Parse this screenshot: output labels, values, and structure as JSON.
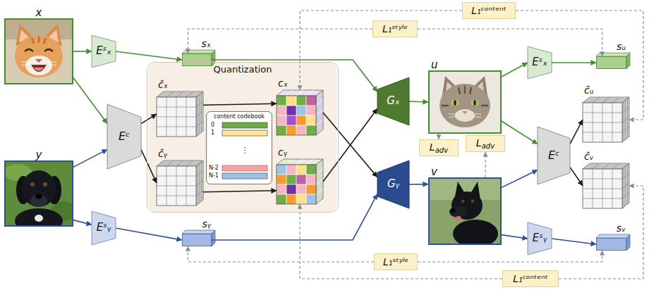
{
  "diagram": {
    "nodes": [
      {
        "text": [
          "x"
        ]
      },
      {
        "text": [
          "y"
        ]
      },
      {
        "text": [
          "Eˢₓ"
        ]
      },
      {
        "text": [
          "Eᶜ"
        ]
      },
      {
        "text": [
          "Eˢᵧ"
        ]
      },
      {
        "text": [
          "sₓ"
        ]
      },
      {
        "text": [
          "sᵧ"
        ]
      },
      {
        "text": [
          "Quantization"
        ]
      },
      {
        "text": [
          "ĉₓ"
        ],
        "in": 7
      },
      {
        "text": [
          "ĉᵧ"
        ],
        "in": 7
      },
      {
        "text": [
          "content codebook"
        ],
        "in": 7
      },
      {
        "text": [
          "cₓ"
        ],
        "in": 7
      },
      {
        "text": [
          "cᵧ"
        ],
        "in": 7
      },
      {
        "text": [
          "Gₓ"
        ]
      },
      {
        "text": [
          "Gᵧ"
        ]
      },
      {
        "text": [
          "u"
        ]
      },
      {
        "text": [
          "v"
        ]
      },
      {
        "text": [
          "Eˢₓ"
        ]
      },
      {
        "text": [
          "Eᶜ"
        ]
      },
      {
        "text": [
          "Eˢᵧ"
        ]
      },
      {
        "text": [
          "sᵤ"
        ]
      },
      {
        "text": [
          "ĉᵤ"
        ]
      },
      {
        "text": [
          "ĉᵥ"
        ]
      },
      {
        "text": [
          "sᵥ"
        ]
      },
      {
        "text": [
          "L₁ᶜᵒⁿᵗᵉⁿᵗ"
        ]
      },
      {
        "text": [
          "L₁ˢᵗʸˡᵉ"
        ]
      },
      {
        "text": [
          "Ladv"
        ]
      },
      {
        "text": [
          "Ladv"
        ]
      },
      {
        "text": [
          "L₁ˢᵗʸˡᵉ"
        ]
      },
      {
        "text": [
          "L₁ᶜᵒⁿᵗᵉⁿᵗ"
        ]
      }
    ],
    "edges": [
      {
        "from": 0,
        "to": 2,
        "arrow": "to"
      },
      {
        "from": 0,
        "to": 3,
        "arrow": "to"
      },
      {
        "from": 1,
        "to": 3,
        "arrow": "to"
      },
      {
        "from": 1,
        "to": 4,
        "arrow": "to"
      },
      {
        "from": 2,
        "to": 5,
        "arrow": "to"
      },
      {
        "from": 4,
        "to": 6,
        "arrow": "to"
      },
      {
        "from": 3,
        "to": 8,
        "arrow": "to"
      },
      {
        "from": 3,
        "to": 9,
        "arrow": "to"
      },
      {
        "from": 8,
        "to": 11,
        "arrow": "to"
      },
      {
        "from": 9,
        "to": 12,
        "arrow": "to"
      },
      {
        "from": 5,
        "to": 13,
        "arrow": "to"
      },
      {
        "from": 6,
        "to": 14,
        "arrow": "to"
      },
      {
        "from": 11,
        "to": 14,
        "arrow": "to"
      },
      {
        "from": 12,
        "to": 13,
        "arrow": "to"
      },
      {
        "from": 13,
        "to": 15,
        "arrow": "to"
      },
      {
        "from": 14,
        "to": 16,
        "arrow": "to"
      },
      {
        "from": 15,
        "to": 17,
        "arrow": "to"
      },
      {
        "from": 15,
        "to": 18,
        "arrow": "to"
      },
      {
        "from": 16,
        "to": 18,
        "arrow": "to"
      },
      {
        "from": 16,
        "to": 19,
        "arrow": "to"
      },
      {
        "from": 17,
        "to": 20,
        "arrow": "to"
      },
      {
        "from": 18,
        "to": 21,
        "arrow": "to"
      },
      {
        "from": 18,
        "to": 22,
        "arrow": "to"
      },
      {
        "from": 19,
        "to": 23,
        "arrow": "to"
      },
      {
        "from": 24,
        "to": 11,
        "arrow": "to"
      },
      {
        "from": 24,
        "to": 21,
        "arrow": "to"
      },
      {
        "from": 25,
        "to": 5,
        "arrow": "to"
      },
      {
        "from": 25,
        "to": 20,
        "arrow": "to"
      },
      {
        "from": 15,
        "to": 26,
        "arrow": "to"
      },
      {
        "from": 16,
        "to": 27,
        "arrow": "to"
      },
      {
        "from": 28,
        "to": 6,
        "arrow": "to"
      },
      {
        "from": 28,
        "to": 23,
        "arrow": "to"
      },
      {
        "from": 29,
        "to": 12,
        "arrow": "to"
      },
      {
        "from": 29,
        "to": 22,
        "arrow": "to"
      }
    ],
    "labels": [
      "0",
      "1",
      "⋮",
      "N-2",
      "N-1"
    ]
  }
}
